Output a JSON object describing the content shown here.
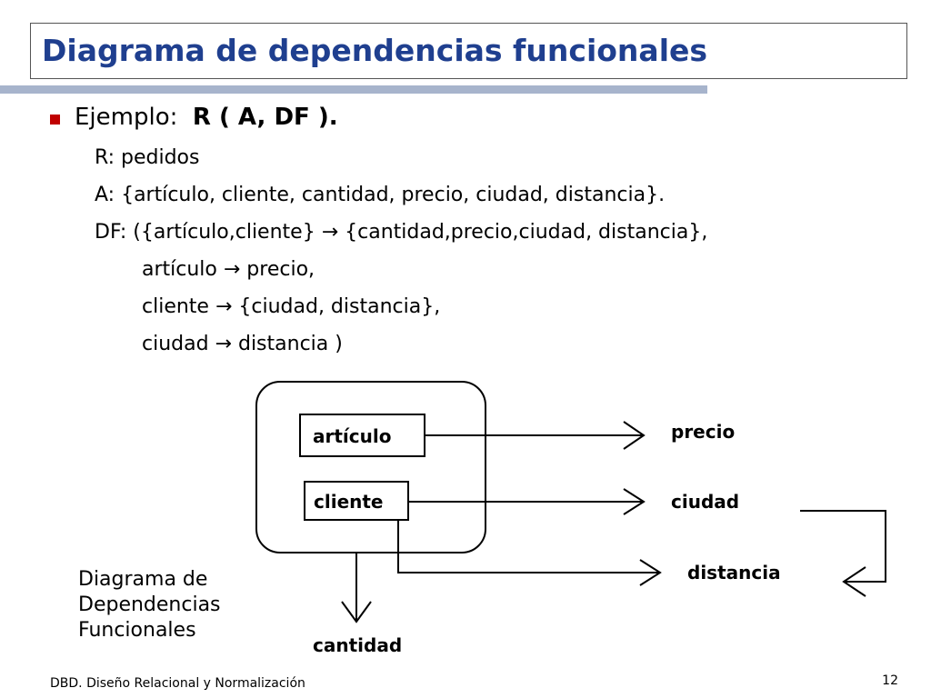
{
  "slide": {
    "title": "Diagrama de dependencias funcionales",
    "colors": {
      "title_text": "#1f3f8f",
      "accent_rule": "#a7b4cc",
      "bullet": "#c00000"
    },
    "content": {
      "bullet_icon": "square-bullet-icon",
      "example_label": "Ejemplo:",
      "example_value": "R ( A, DF ).",
      "lines": [
        "R: pedidos",
        "A: {artículo, cliente, cantidad, precio, ciudad, distancia}.",
        "DF: ({artículo,cliente} → {cantidad,precio,ciudad, distancia},",
        "artículo   →  precio,",
        "cliente   → {ciudad, distancia},",
        "ciudad   → distancia )"
      ]
    },
    "diagram": {
      "nodes": {
        "articulo": "artículo",
        "cliente": "cliente",
        "precio": "precio",
        "ciudad": "ciudad",
        "distancia": "distancia",
        "cantidad": "cantidad"
      }
    },
    "caption": [
      "Diagrama de",
      "Dependencias",
      "Funcionales"
    ],
    "footer": "DBD. Diseño Relacional y Normalización",
    "page_number": "12"
  }
}
